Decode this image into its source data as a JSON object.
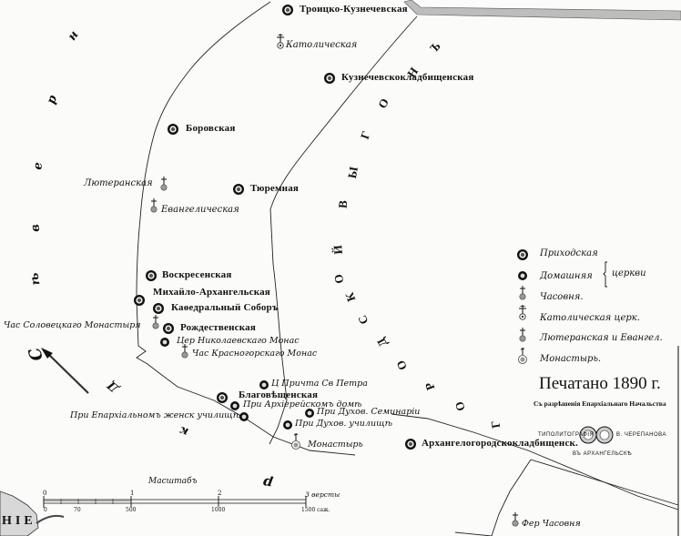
{
  "map": {
    "title_print": "Печатано 1890 г.",
    "permission": "Съ разрѣшенія Епархіальнаго Начальства",
    "printer_left": "ТИПОЛИТОГРАФІЯ",
    "printer_right": "В. ЧЕРЕПАНОВА",
    "printer_city": "ВЪ АРХАНГЕЛЬСКѢ",
    "colors": {
      "ink": "#111111",
      "paper": "#fbfbfa",
      "symbol_fill": "#9a9a9a",
      "river_shade": "#bdbdbd"
    }
  },
  "churches": {
    "troitsko": "Троицко-Кузнечевская",
    "katolicheskaya": "Католическая",
    "kuznechevsko": "Кузнечевскокладбищенская",
    "borovskaya": "Боровская",
    "lyuteranskaya": "Лютеранская",
    "evangelicheskaya": "Евангелическая",
    "tyuremnaya": "Тюремная",
    "voskresenskaya": "Воскресенская",
    "mikhaylo": "Михайло-Архангельская",
    "kafedralny": "Каѳедральный Соборъ",
    "rozhdestvenskaya": "Рождественская",
    "chas_solovetskago": "Час Соловецкаго Монастыря",
    "tser_nikolaevskago": "Цер Николаевскаго Монас",
    "chas_krasnogorskago": "Час Красногорскаго Монас",
    "ts_prichta": "Ц Причта Св Петра",
    "blagoveshchenskaya": "Благовѣщенская",
    "pri_arkhiereyskom": "При Архіерейскомъ домѣ",
    "pri_eparkhialnom": "При Епархіальномъ женск училищѣ",
    "pri_dukhov_seminarii": "При Духов. Семинаріи",
    "pri_dukhov_uchilishche": "При Духов. училищѣ",
    "monastyr": "Монастырь",
    "arkhangelogorodsko": "Архангелогородскокладбищенск.",
    "fer_chasovnya": "Фер Часовня"
  },
  "legend": {
    "prikhodskaya": "Приходская",
    "domashnyaya": "Домашняя",
    "tserkvi": "церкви",
    "chasovnya": "Часовня.",
    "katolicheskaya_tserk": "Католическая церк.",
    "lyuteranskaya_evang": "Лютеранская и Евангел.",
    "monastyr": "Монастырь."
  },
  "scale": {
    "title": "Масштабъ",
    "top_ticks": [
      "0",
      "1",
      "2",
      "3 версты"
    ],
    "bottom_ticks": [
      "0",
      "70",
      "500",
      "1000",
      "1500 саж."
    ]
  },
  "area_labels": {
    "gorodskoy_vygon": [
      "Г",
      "О",
      "Р",
      "О",
      "Д",
      "С",
      "К",
      "О",
      "Й",
      "В",
      "Ы",
      "Г",
      "О",
      "Н",
      "Ъ"
    ],
    "sever_river": [
      "С",
      "ѣ",
      "в",
      "е",
      "р",
      "н"
    ],
    "river_d": [
      "Д",
      "к",
      "р"
    ],
    "river_bottom_left": "НІЕ"
  }
}
